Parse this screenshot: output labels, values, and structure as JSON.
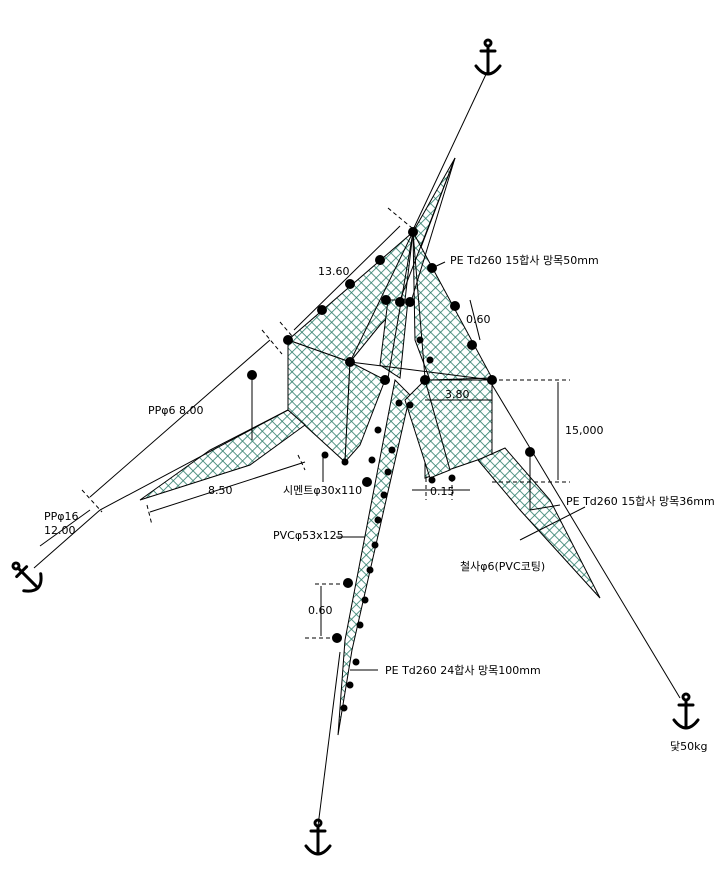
{
  "labels": {
    "net_top": "PE Td260 15합사 망목50mm",
    "net_right": "PE Td260 15합사 망목36mm",
    "net_leader": "PE Td260 24합사 망목100mm",
    "dim_13_60": "13.60",
    "dim_0_60_a": "0.60",
    "dim_3_80": "3.80",
    "dim_15000": "15,000",
    "dim_0_15": "0.15",
    "dim_pp6": "PPφ6 8.00",
    "dim_8_50": "8.50",
    "dim_pp16": "PPφ16",
    "dim_12_00": "12.00",
    "cement": "시멘트φ30x110",
    "pvc": "PVCφ53x125",
    "iron": "철사φ6(PVC코팅)",
    "dim_0_60_b": "0.60",
    "anchor_weight": "닻50kg"
  },
  "colors": {
    "net_fill": "#2e7d6b",
    "line": "#000000"
  }
}
